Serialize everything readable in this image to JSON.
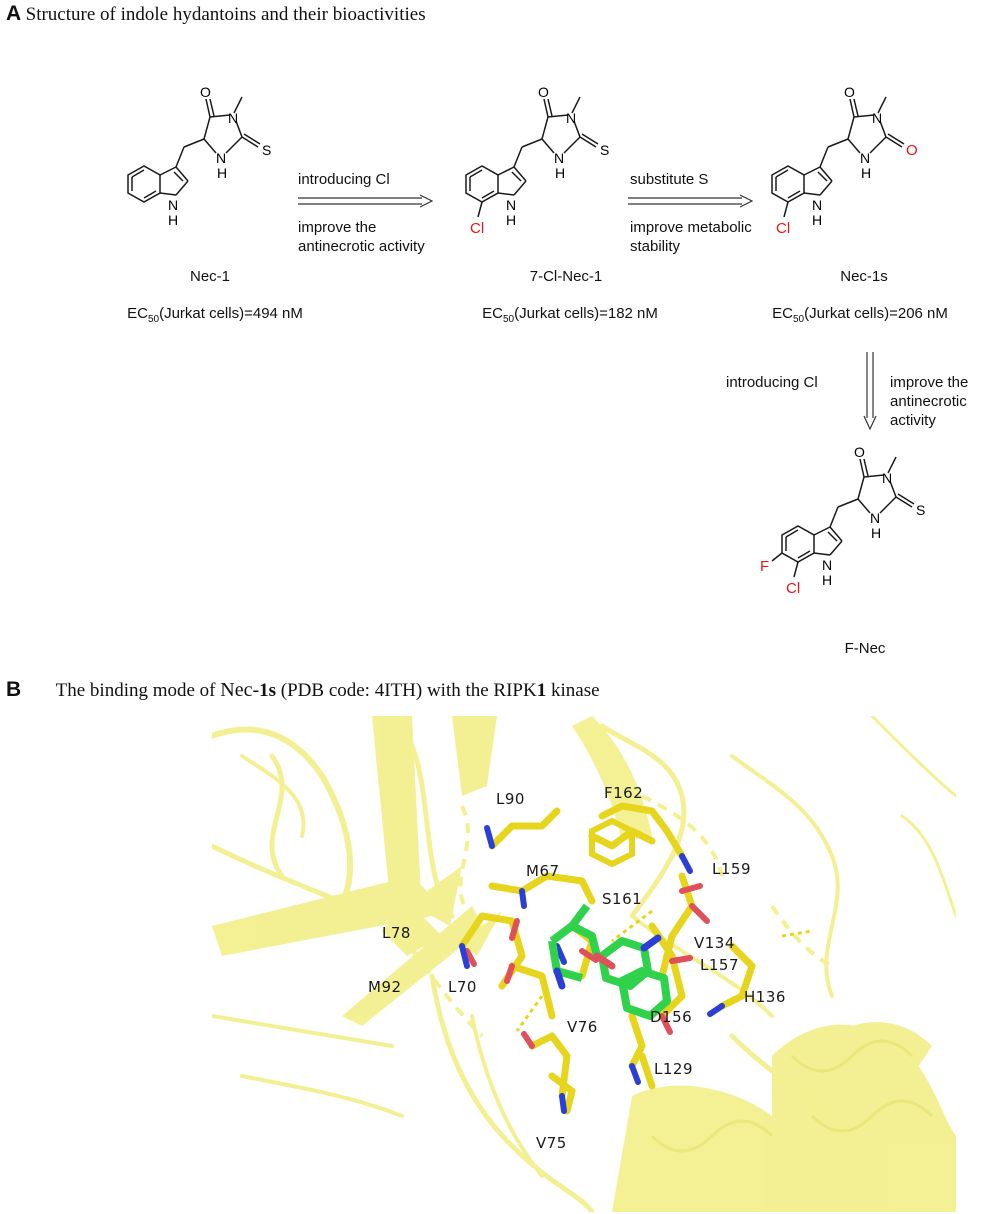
{
  "panel_a": {
    "letter": "A",
    "title": "Structure of indole hydantoins and their bioactivities",
    "compounds": [
      {
        "name": "Nec-1",
        "ec50_prefix": "EC",
        "ec50_sub": "50",
        "ec50_suffix": "(Jurkat cells)=494 nM"
      },
      {
        "name": "7-Cl-Nec-1",
        "ec50_prefix": "EC",
        "ec50_sub": "50",
        "ec50_suffix": "(Jurkat cells)=182 nM"
      },
      {
        "name": "Nec-1s",
        "ec50_prefix": "EC",
        "ec50_sub": "50",
        "ec50_suffix": "(Jurkat cells)=206 nM"
      },
      {
        "name": "F-Nec"
      }
    ],
    "arrows": [
      {
        "top": "introducing Cl",
        "bottom_line1": "improve the",
        "bottom_line2": "antinecrotic activity"
      },
      {
        "top": "substitute S",
        "bottom_line1": "improve metabolic",
        "bottom_line2": "stability"
      },
      {
        "left": "introducing Cl",
        "right_line1": "improve the",
        "right_line2": "antinecrotic",
        "right_line3": "activity"
      }
    ],
    "atoms": {
      "O": "O",
      "N": "N",
      "S": "S",
      "H": "H",
      "NH": "NH",
      "Cl": "Cl",
      "F": "F"
    },
    "colors": {
      "heteroatom_highlight": "#e8141b",
      "bond": "#1a1a1a"
    }
  },
  "panel_b": {
    "letter": "B",
    "title_prefix": "The binding mode of ",
    "title_nec": "Nec-",
    "title_bold1": "1s",
    "title_mid": " (PDB code: 4ITH) with the RIPK",
    "title_bold2": "1",
    "title_suffix": " kinase",
    "residues": [
      "L90",
      "F162",
      "M67",
      "L159",
      "S161",
      "L78",
      "V134",
      "L157",
      "M92",
      "L70",
      "H136",
      "D156",
      "V76",
      "L129",
      "V75"
    ],
    "colors": {
      "ribbon": "#f3f08f",
      "stick_carbon": "#e6d51c",
      "ligand": "#2fd24a",
      "nitrogen": "#2b3fd6",
      "oxygen": "#e0505a"
    }
  }
}
